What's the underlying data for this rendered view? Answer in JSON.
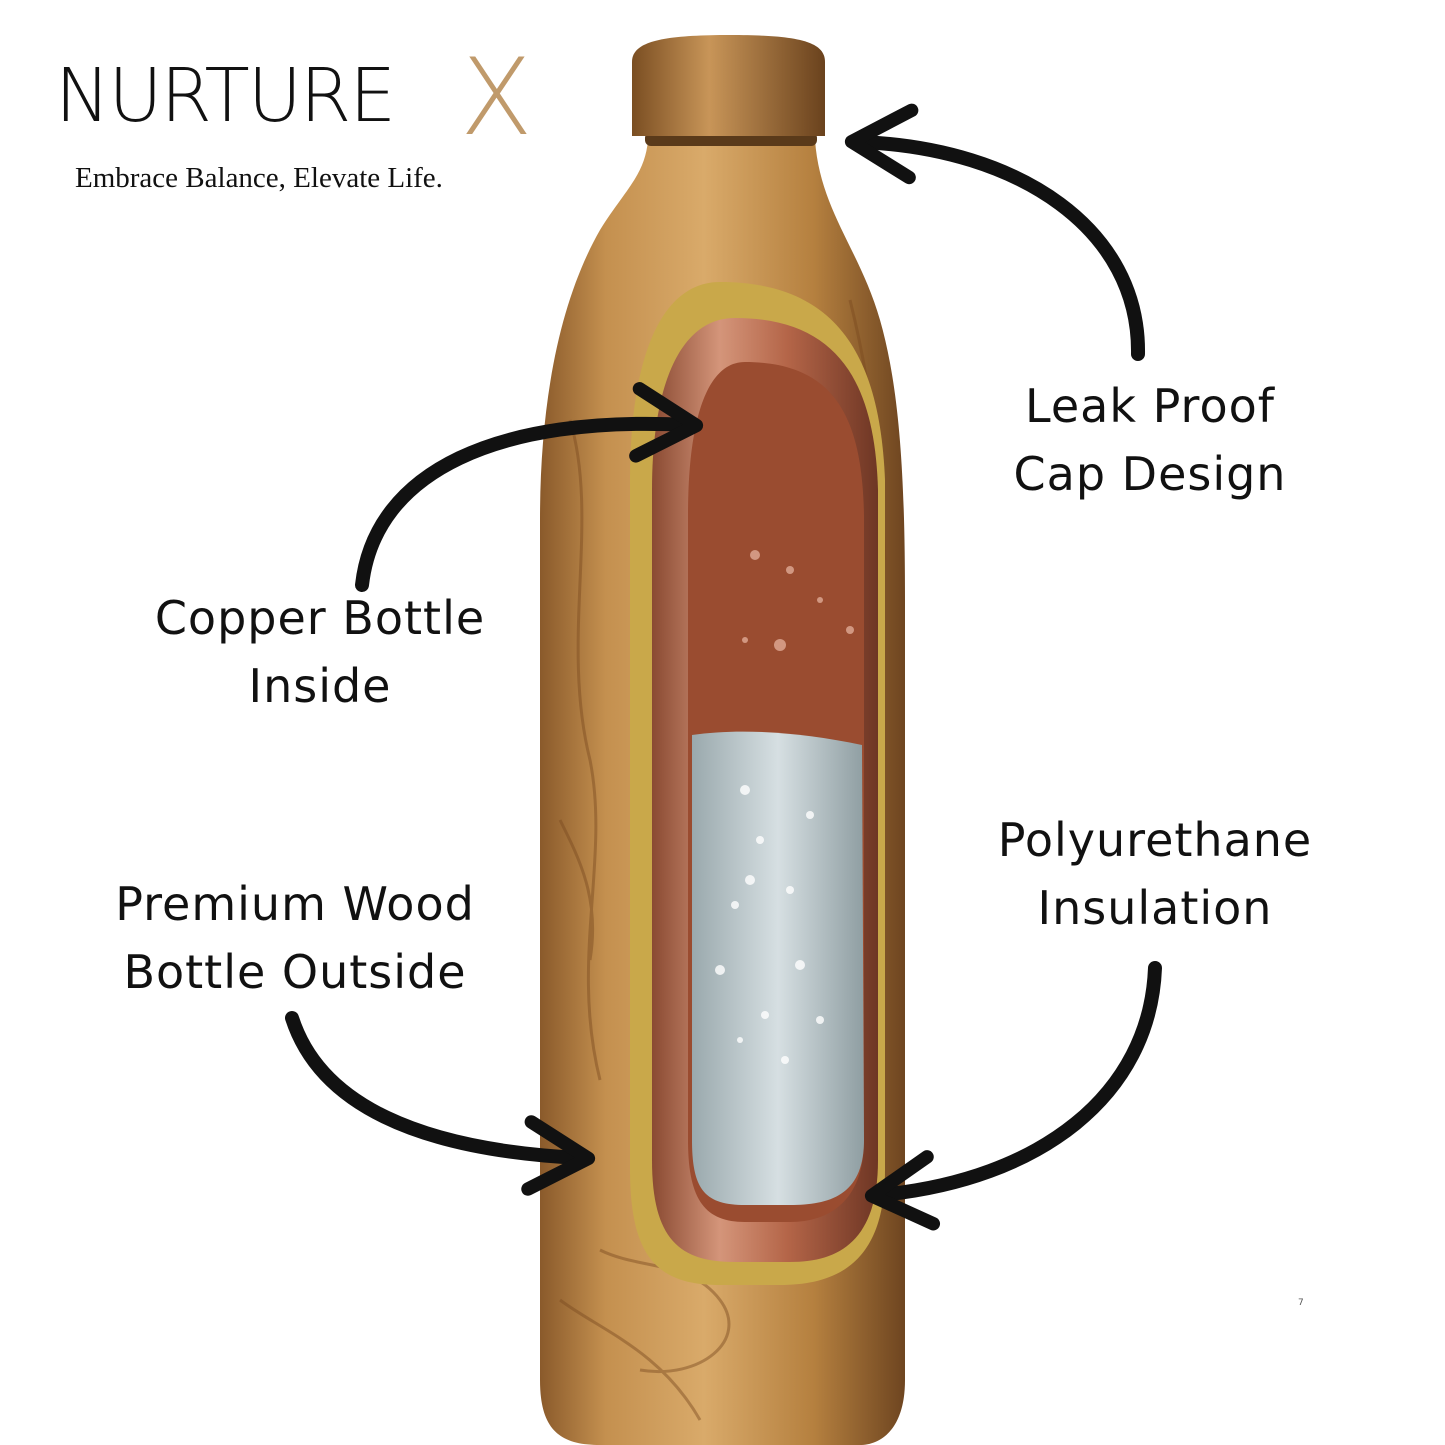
{
  "brand": {
    "word": "NURTURE",
    "x": "X",
    "tagline": "Embrace Balance, Elevate Life."
  },
  "callouts": {
    "leak_proof": {
      "line1": "Leak Proof",
      "line2": "Cap Design"
    },
    "copper": {
      "line1": "Copper Bottle",
      "line2": "Inside"
    },
    "polyurethane": {
      "line1": "Polyurethane",
      "line2": "Insulation"
    },
    "wood": {
      "line1": "Premium Wood",
      "line2": "Bottle Outside"
    }
  },
  "page_mark": "7",
  "colors": {
    "wood": "#b8864a",
    "copper": "#c87a5a",
    "insulation": "#c9a84a",
    "water": "#b9c7cc",
    "ink": "#111111",
    "brand_accent": "#c09a6b"
  }
}
